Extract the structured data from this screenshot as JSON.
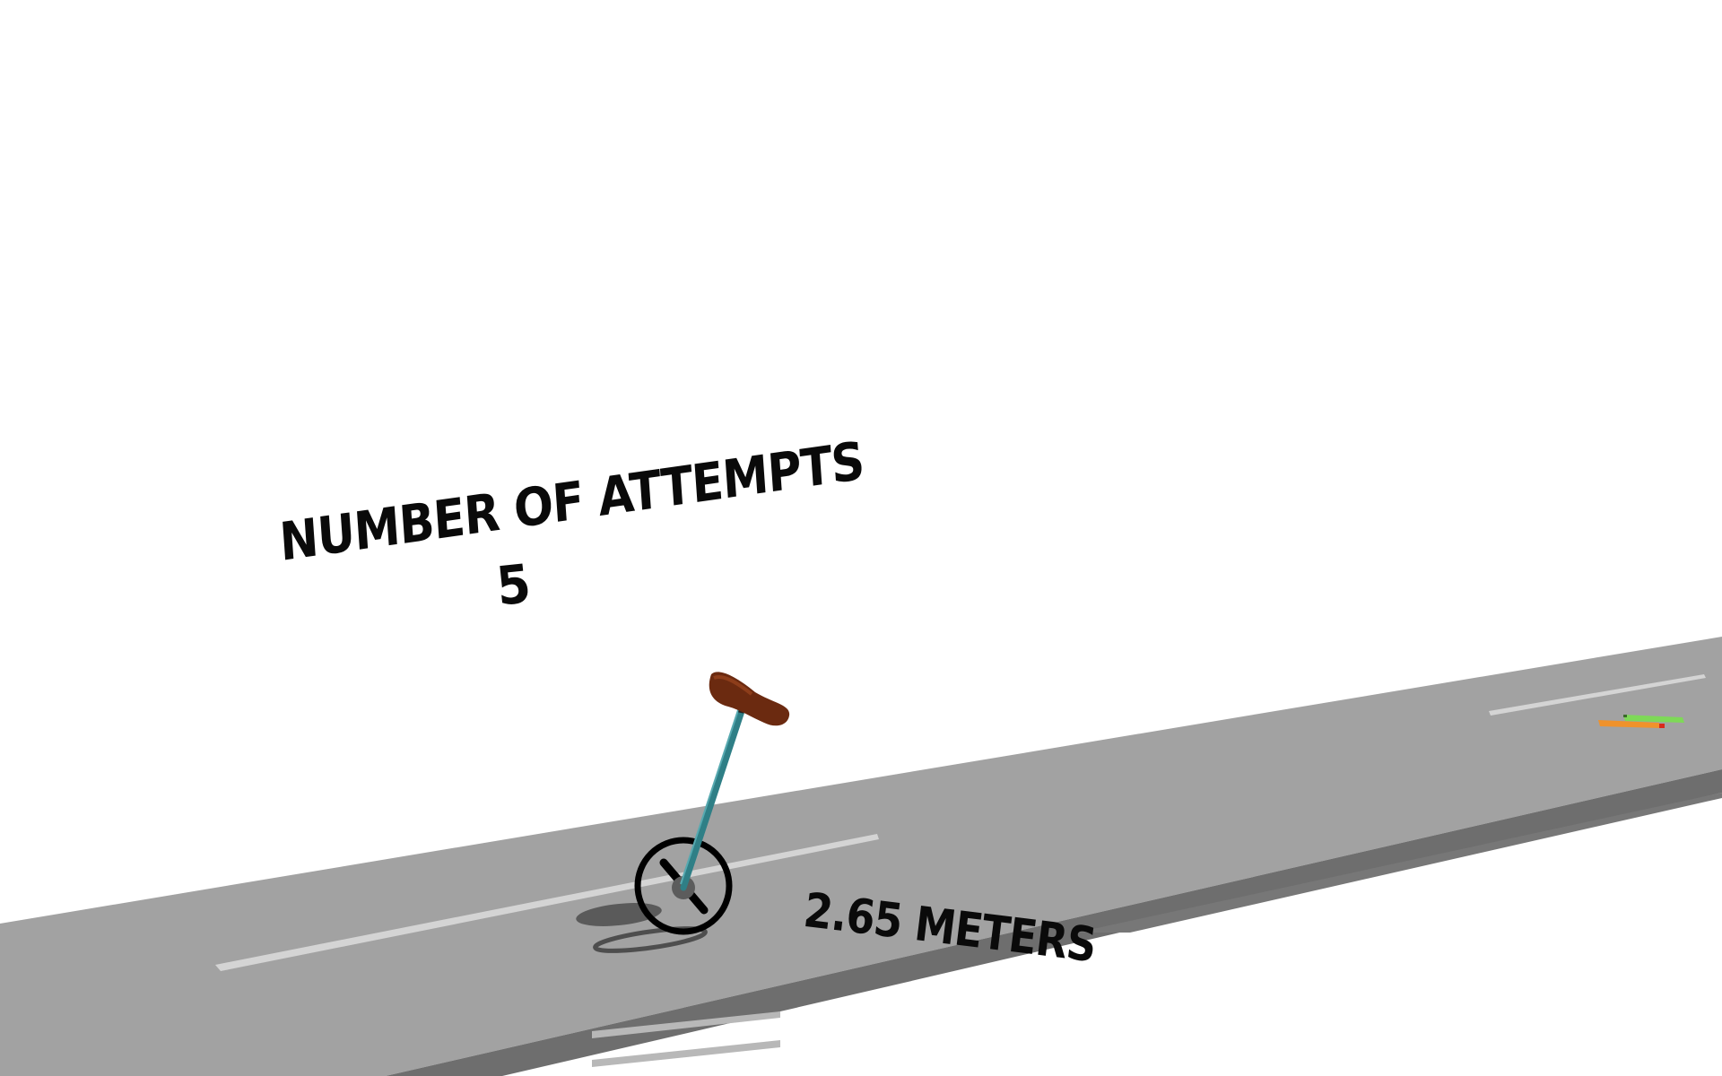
{
  "hud": {
    "attempts_label": "NUMBER OF ATTEMPTS",
    "attempts_value": "5",
    "distance_label": "2.65 METERS"
  },
  "colors": {
    "sky": "#ffffff",
    "road_top": "#a2a2a2",
    "road_side": "#6e6e6e",
    "lane_marking": "#d4d4d4",
    "wheel": "#000000",
    "frame": "#2f7f86",
    "seat": "#6b2a10",
    "hud_text": "#0a0a0a",
    "marker_green": "#7ed957",
    "marker_orange": "#f0922b",
    "marker_red": "#d92a1c"
  },
  "icons": {
    "player": "unicycle-icon",
    "goal": "finish-marker-icon"
  }
}
